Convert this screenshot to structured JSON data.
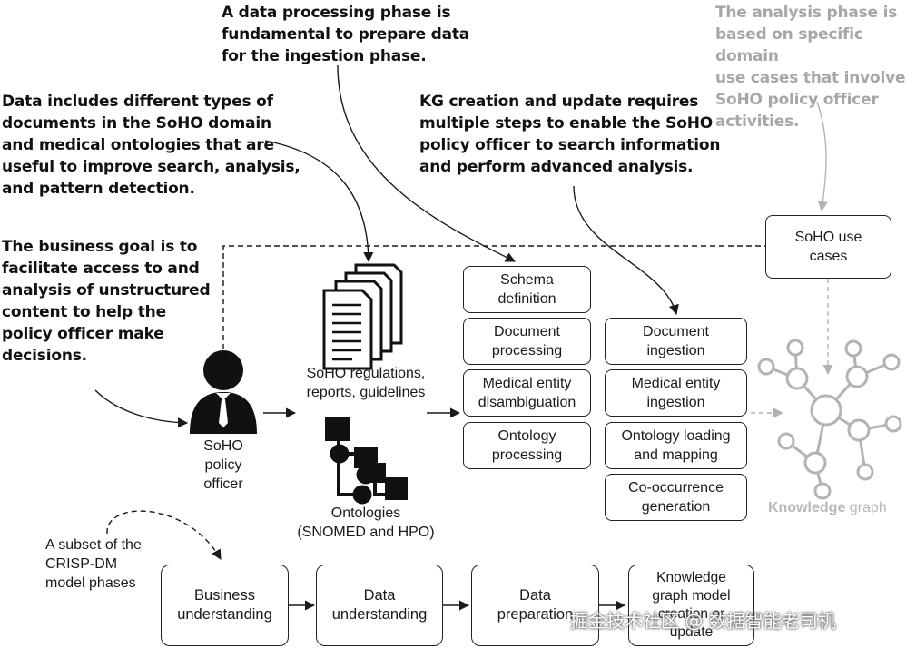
{
  "notes": {
    "data_processing": "A data processing phase is\nfundamental to prepare data\nfor the ingestion phase.",
    "analysis_phase": "The analysis phase is\nbased on specific domain\nuse cases that involve\nSoHO policy officer\nactivities.",
    "data_includes": "Data includes different types of\ndocuments in the SoHO domain\nand medical ontologies that are\nuseful to improve search, analysis,\nand pattern detection.",
    "kg_creation": "KG creation and update requires\nmultiple steps to enable the SoHO\npolicy officer to search information\nand perform advanced analysis.",
    "business_goal": "The business goal is to\nfacilitate access to and\nanalysis of unstructured\ncontent to help the\npolicy officer make\ndecisions."
  },
  "actors": {
    "officer": "SoHO\npolicy\nofficer",
    "documents": "SoHO regulations,\nreports, guidelines",
    "ontologies": "Ontologies\n(SNOMED and HPO)"
  },
  "processing_steps": [
    "Schema\ndefinition",
    "Document\nprocessing",
    "Medical entity\ndisambiguation",
    "Ontology\nprocessing"
  ],
  "ingestion_steps": [
    "Document\ningestion",
    "Medical entity\ningestion",
    "Ontology loading\nand mapping",
    "Co-occurrence\ngeneration"
  ],
  "use_cases": "SoHO use\ncases",
  "knowledge_graph": {
    "word1": "Knowledge",
    "word2": " graph"
  },
  "crisp_dm": {
    "caption": "A subset of the\nCRISP-DM\nmodel phases",
    "phases": [
      "Business\nunderstanding",
      "Data\nunderstanding",
      "Data\npreparation",
      "Knowledge\ngraph model\ncreation or\nupdate"
    ]
  },
  "watermark": "掘金技术社区 @ 数据智能老司机",
  "colors": {
    "ink": "#1a1a1a",
    "grey_note": "#a7a7a7",
    "kg_grey": "#b3b3b3",
    "kg_label": "#b8b8b8"
  }
}
